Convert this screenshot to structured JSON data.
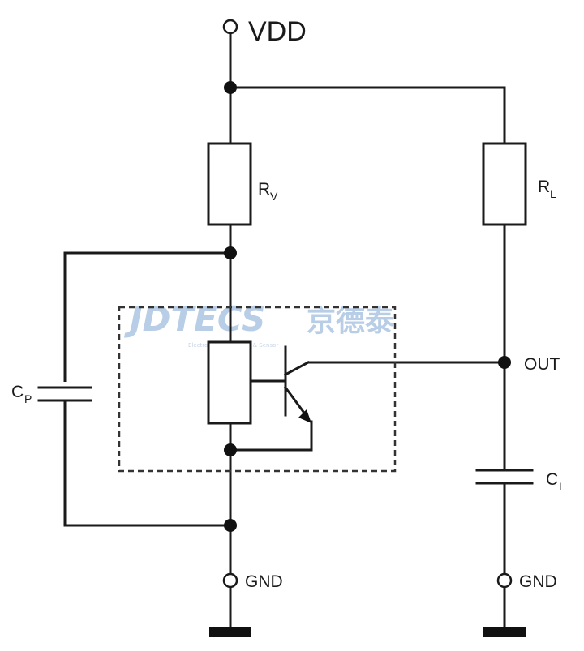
{
  "labels": {
    "vdd": "VDD",
    "out": "OUT",
    "gnd_left": "GND",
    "gnd_right": "GND",
    "rv_main": "R",
    "rv_sub": "V",
    "rl_main": "R",
    "rl_sub": "L",
    "cp_main": "C",
    "cp_sub": "P",
    "cl_main": "C",
    "cl_sub": "L"
  },
  "watermark": {
    "brand": "JDTECS",
    "chinese": "京德泰",
    "tagline": "Electronic Component & Sensor"
  },
  "colors": {
    "wire": "#1a1a1a",
    "watermark": "#b8cde6"
  }
}
